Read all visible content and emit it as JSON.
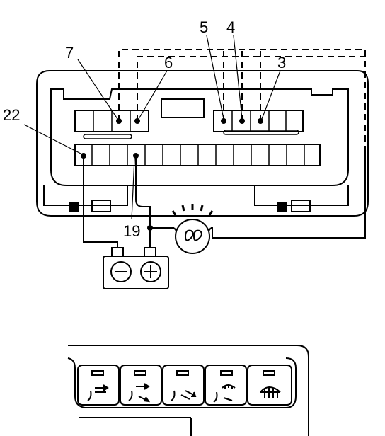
{
  "connector_labels": {
    "pin_3": "3",
    "pin_4": "4",
    "pin_5": "5",
    "pin_6": "6",
    "pin_7": "7",
    "pin_19": "19",
    "pin_22": "22"
  },
  "components": {
    "battery_negative_symbol": "−",
    "battery_positive_symbol": "+",
    "test_lamp": "lamp-symbol"
  },
  "switch_panel": {
    "buttons": [
      {
        "icon": "vent-face-icon"
      },
      {
        "icon": "bi-level-icon"
      },
      {
        "icon": "floor-icon"
      },
      {
        "icon": "floor-defrost-icon"
      },
      {
        "icon": "defrost-icon"
      }
    ]
  },
  "colors": {
    "line": "#000000",
    "background": "#ffffff"
  }
}
